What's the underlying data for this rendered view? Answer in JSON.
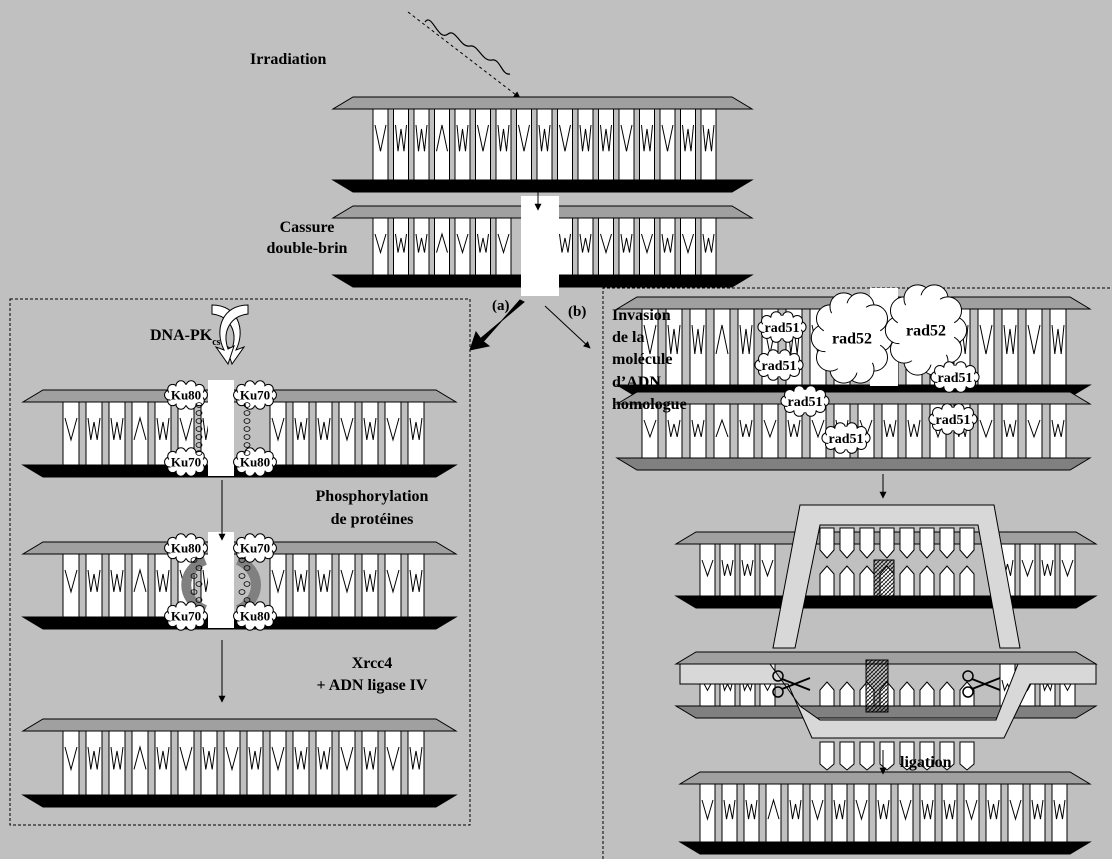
{
  "labels": {
    "irradiation": "Irradiation",
    "cassure_1": "Cassure",
    "cassure_2": "double-brin",
    "path_a": "(a)",
    "path_b": "(b)",
    "dnapk_main": "DNA-PK",
    "dnapk_sub": "cs",
    "ku80": "Ku80",
    "ku70": "Ku70",
    "phospho_1": "Phosphorylation",
    "phospho_2": "de protéines",
    "xrcc4_1": "Xrcc4",
    "xrcc4_2": "+ ADN ligase IV",
    "invasion_1": "Invasion",
    "invasion_2": "de la",
    "invasion_3": "molécule",
    "invasion_4": "d’ADN",
    "invasion_5": "homologue",
    "rad51": "rad51",
    "rad52": "rad52",
    "ligation": "ligation"
  },
  "colors": {
    "background": "#c0c0c0",
    "top_strand": "#a0a0a0",
    "bottom_strand": "#000000",
    "homolog_bottom_strand": "#808080",
    "light_strand": "#d8d8d8"
  }
}
